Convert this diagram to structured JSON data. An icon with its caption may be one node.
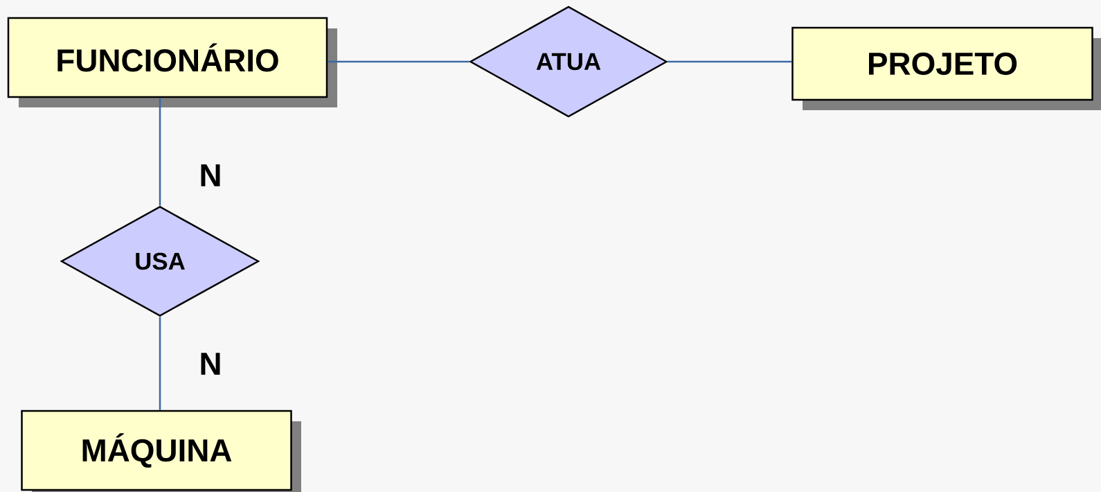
{
  "diagram": {
    "nodes": [
      {
        "text": [
          "FUNCIONÁRIO"
        ]
      },
      {
        "text": [
          "ATUA"
        ]
      },
      {
        "text": [
          "PROJETO"
        ]
      },
      {
        "text": [
          "USA"
        ]
      },
      {
        "text": [
          "MÁQUINA"
        ]
      }
    ],
    "edges": [
      {
        "from": 0,
        "to": 1,
        "arrow": "none"
      },
      {
        "from": 1,
        "to": 2,
        "arrow": "none"
      },
      {
        "from": 0,
        "to": 3,
        "arrow": "none",
        "label": "N"
      },
      {
        "from": 3,
        "to": 4,
        "arrow": "none",
        "label": "N"
      }
    ]
  }
}
